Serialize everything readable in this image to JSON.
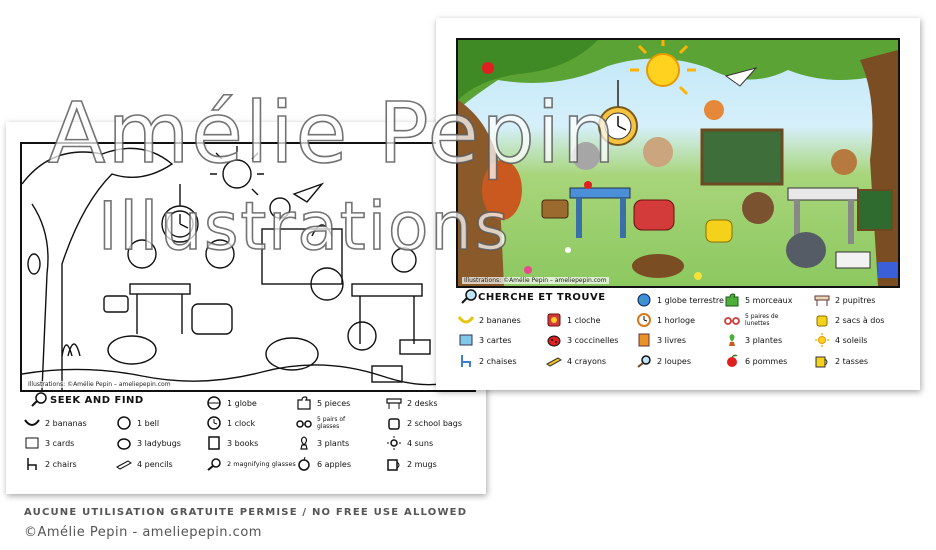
{
  "sheet_en": {
    "credit": "Illustrations: ©Amélie Pepin – ameliepepin.com",
    "title": "SEEK AND FIND",
    "items": [
      {
        "icon": "magnifier-icon",
        "label": ""
      },
      {
        "icon": "banana-icon",
        "label": "2 bananas"
      },
      {
        "icon": "map-icon",
        "label": "3 cards"
      },
      {
        "icon": "chair-icon",
        "label": "2 chairs"
      },
      {
        "icon": "bell-icon",
        "label": "1 bell"
      },
      {
        "icon": "ladybug-icon",
        "label": "3 ladybugs"
      },
      {
        "icon": "pencil-icon",
        "label": "4 pencils"
      },
      {
        "icon": "globe-icon",
        "label": "1 globe"
      },
      {
        "icon": "clock-icon",
        "label": "1 clock"
      },
      {
        "icon": "book-icon",
        "label": "3 books"
      },
      {
        "icon": "magnifying-glass-icon",
        "label": "2 magnifying glasses"
      },
      {
        "icon": "puzzle-icon",
        "label": "5 pieces"
      },
      {
        "icon": "glasses-icon",
        "label": "5 pairs of glasses"
      },
      {
        "icon": "plant-icon",
        "label": "3 plants"
      },
      {
        "icon": "apple-icon",
        "label": "6 apples"
      },
      {
        "icon": "desk-icon",
        "label": "2 desks"
      },
      {
        "icon": "schoolbag-icon",
        "label": "2 school bags"
      },
      {
        "icon": "sun-icon",
        "label": "4 suns"
      },
      {
        "icon": "mug-icon",
        "label": "2 mugs"
      }
    ]
  },
  "sheet_fr": {
    "credit": "Illustrations: ©Amélie Pepin – ameliepepin.com",
    "title": "CHERCHE ET TROUVE",
    "items": [
      {
        "icon": "banana-icon",
        "label": "2 bananes"
      },
      {
        "icon": "map-icon",
        "label": "3 cartes"
      },
      {
        "icon": "chair-icon",
        "label": "2 chaises"
      },
      {
        "icon": "bell-icon",
        "label": "1 cloche"
      },
      {
        "icon": "ladybug-icon",
        "label": "3 coccinelles"
      },
      {
        "icon": "pencil-icon",
        "label": "4 crayons"
      },
      {
        "icon": "globe-icon",
        "label": "1 globe terrestre"
      },
      {
        "icon": "clock-icon",
        "label": "1 horloge"
      },
      {
        "icon": "book-icon",
        "label": "3 livres"
      },
      {
        "icon": "magnifying-glass-icon",
        "label": "2 loupes"
      },
      {
        "icon": "puzzle-icon",
        "label": "5 morceaux"
      },
      {
        "icon": "glasses-icon",
        "label": "5 paires de lunettes"
      },
      {
        "icon": "plant-icon",
        "label": "3 plantes"
      },
      {
        "icon": "apple-icon",
        "label": "6 pommes"
      },
      {
        "icon": "desk-icon",
        "label": "2 pupitres"
      },
      {
        "icon": "schoolbag-icon",
        "label": "2 sacs à dos"
      },
      {
        "icon": "sun-icon",
        "label": "4 soleils"
      },
      {
        "icon": "mug-icon",
        "label": "2 tasses"
      }
    ]
  },
  "watermark": {
    "line1": "Amélie Pepin",
    "line2": "Illustrations"
  },
  "footer": {
    "notice": "AUCUNE UTILISATION GRATUITE PERMISE / NO FREE USE ALLOWED",
    "copyright": "©Amélie Pepin - ameliepepin.com"
  }
}
